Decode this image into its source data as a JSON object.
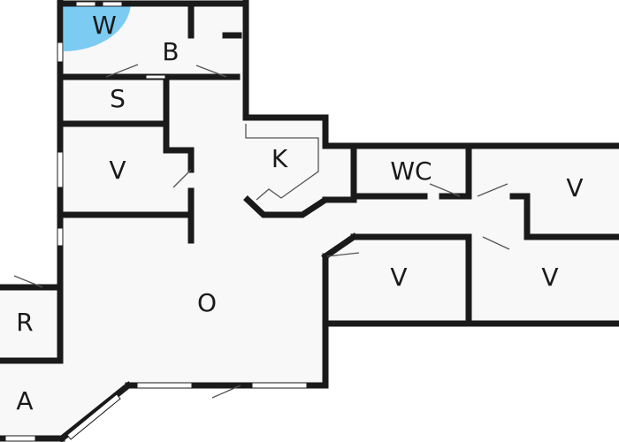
{
  "colors": {
    "wall": "#1a1a1a",
    "floor": "#f8f8f8",
    "background": "#ffffff",
    "shower": "#7ccbf2"
  },
  "rooms": {
    "w": "W",
    "b": "B",
    "s": "S",
    "v1": "V",
    "k": "K",
    "wc": "WC",
    "v2": "V",
    "v3": "V",
    "v4": "V",
    "o": "O",
    "r": "R",
    "a": "A"
  }
}
